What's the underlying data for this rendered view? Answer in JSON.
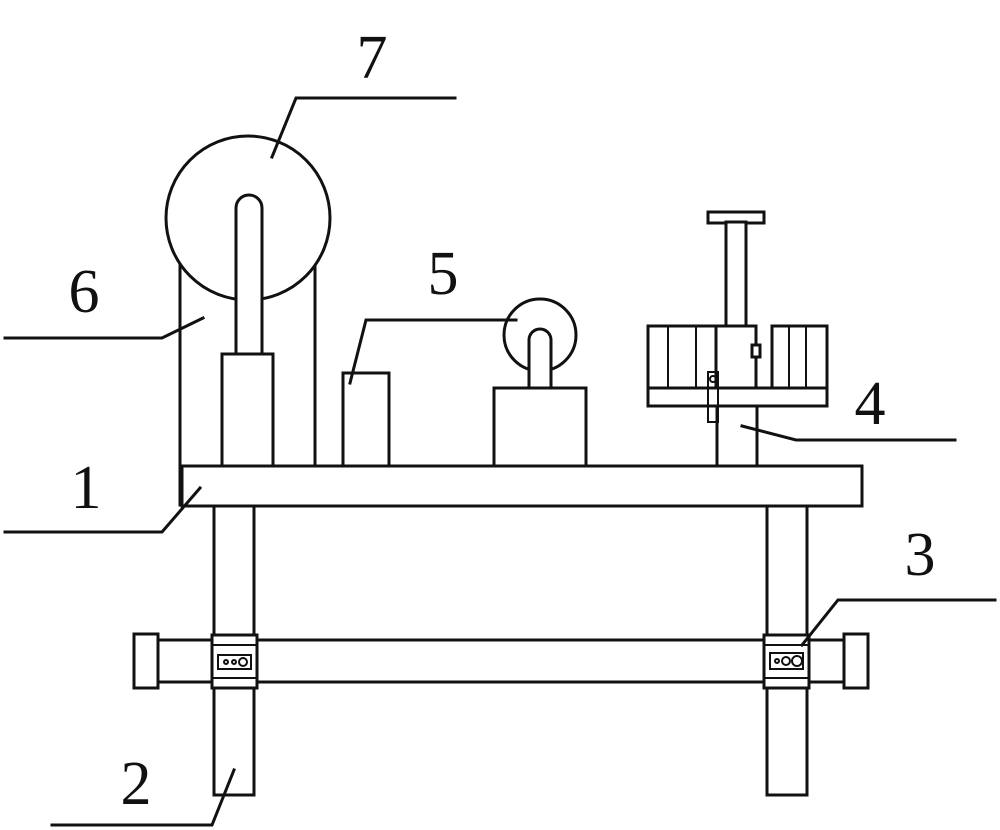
{
  "labels": {
    "frame": "1",
    "legs": "2",
    "clamp": "3",
    "fixture": "4",
    "roller_unit": "5",
    "support_post": "6",
    "wheel": "7"
  },
  "colors": {
    "stroke": "#111111",
    "background": "#ffffff"
  }
}
